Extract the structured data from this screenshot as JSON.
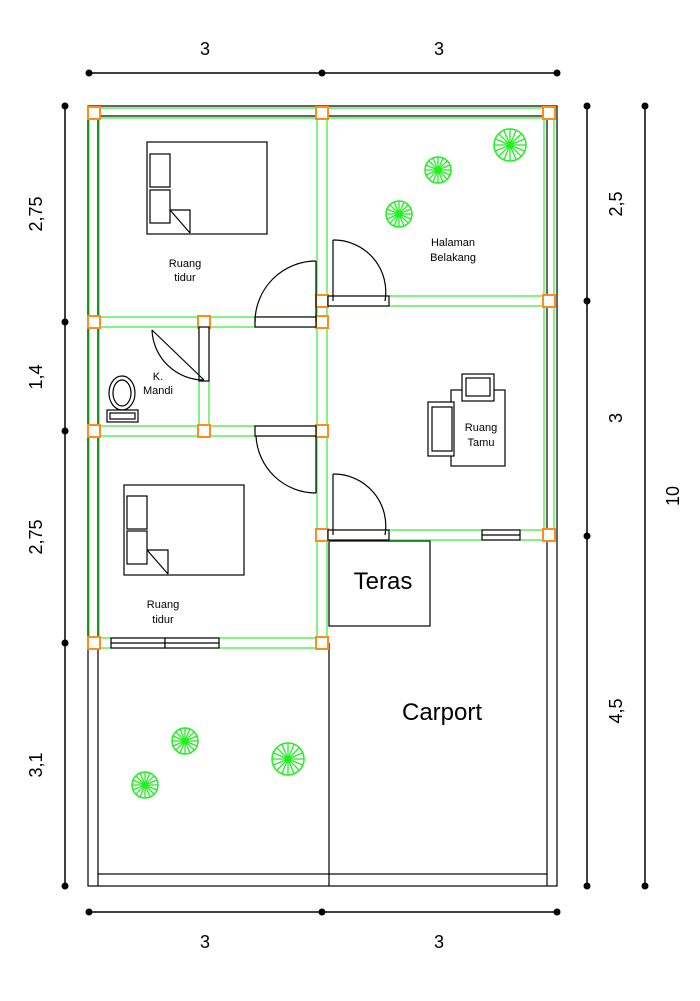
{
  "colors": {
    "wall": "#000000",
    "column_frame": "#33ee33",
    "column_node": "#ff8c1a",
    "plant": "#22ee22"
  },
  "dimensions": {
    "top": [
      "3",
      "3"
    ],
    "bottom": [
      "3",
      "3"
    ],
    "left": [
      "2,75",
      "1,4",
      "2,75",
      "3,1"
    ],
    "right": [
      "2,5",
      "3",
      "4,5"
    ],
    "total": "10"
  },
  "rooms": {
    "bedroom_top": [
      "Ruang",
      "tidur"
    ],
    "backyard": [
      "Halaman",
      "Belakang"
    ],
    "bathroom": [
      "K.",
      "Mandi"
    ],
    "living": [
      "Ruang",
      "Tamu"
    ],
    "bedroom_bottom": [
      "Ruang",
      "tidur"
    ],
    "terrace": "Teras",
    "carport": "Carport"
  },
  "icons": [
    "bed-icon",
    "toilet-icon",
    "sofa-icon",
    "armchair-icon",
    "plant-icon",
    "door-swing-icon",
    "window-icon"
  ]
}
